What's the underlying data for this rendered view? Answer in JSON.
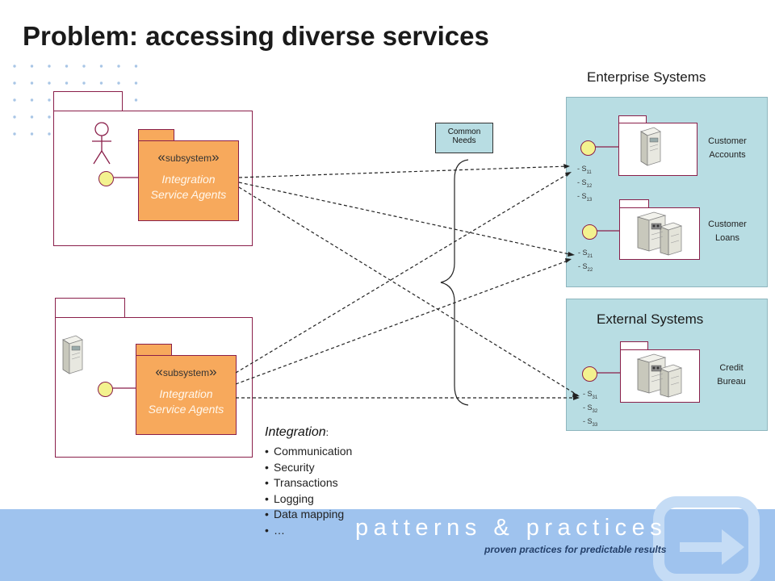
{
  "title": "Problem: accessing diverse services",
  "subsystems": [
    {
      "stereotype": "subsystem",
      "name_line1": "Integration",
      "name_line2": "Service Agents"
    },
    {
      "stereotype": "subsystem",
      "name_line1": "Integration",
      "name_line2": "Service Agents"
    }
  ],
  "common_needs": {
    "line1": "Common",
    "line2": "Needs"
  },
  "enterprise": {
    "title": "Enterprise Systems",
    "systems": [
      {
        "line1": "Customer",
        "line2": "Accounts",
        "icon": "server-icon",
        "services": [
          {
            "base": "- S",
            "sub": "11"
          },
          {
            "base": "- S",
            "sub": "12"
          },
          {
            "base": "- S",
            "sub": "13"
          }
        ]
      },
      {
        "line1": "Customer",
        "line2": "Loans",
        "icon": "mainframe-icon",
        "services": [
          {
            "base": "- S",
            "sub": "21"
          },
          {
            "base": "- S",
            "sub": "22"
          }
        ]
      }
    ]
  },
  "external": {
    "title": "External Systems",
    "systems": [
      {
        "line1": "Credit",
        "line2": "Bureau",
        "icon": "mainframe-icon",
        "services": [
          {
            "base": "- S",
            "sub": "31"
          },
          {
            "base": "- S",
            "sub": "32"
          },
          {
            "base": "- S",
            "sub": "33"
          }
        ]
      }
    ]
  },
  "integration": {
    "title": "Integration",
    "title_suffix": ":",
    "items": [
      "Communication",
      "Security",
      "Transactions",
      "Logging",
      "Data mapping",
      "…"
    ]
  },
  "footer": {
    "brand": "patterns & practices",
    "tagline": "proven practices for predictable results",
    "color": "#9fc3ee"
  },
  "colors": {
    "subsystem_fill": "#f7a95c",
    "system_box_fill": "#b8dde3",
    "interface_fill": "#f3f28f",
    "outline": "#8a1f4a"
  }
}
